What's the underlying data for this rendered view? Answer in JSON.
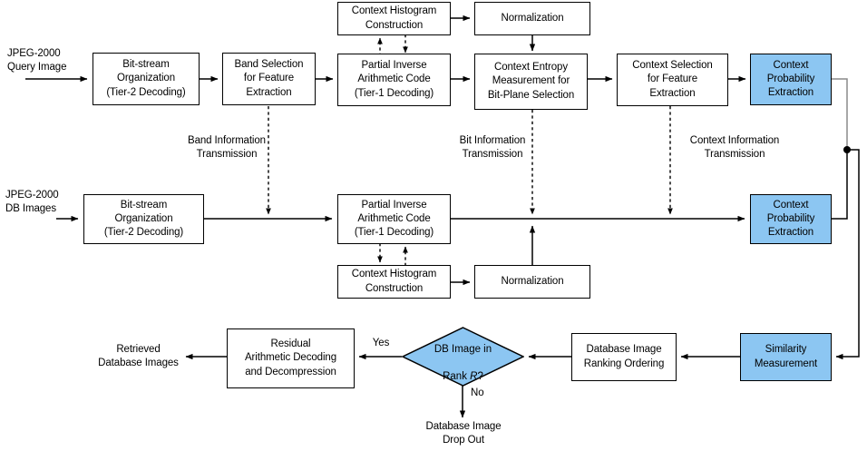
{
  "diagram": {
    "title": "JPEG-2000 compressed-domain image retrieval flowchart",
    "accent_blue": "#8CC6F2",
    "line_color": "#000000"
  },
  "inputs": {
    "query_image_label": "JPEG-2000\nQuery Image",
    "db_images_label": "JPEG-2000\nDB Images",
    "retrieved_label": "Retrieved\nDatabase Images",
    "drop_out_label": "Database Image\nDrop Out"
  },
  "row1": {
    "bitstream": "Bit-stream\nOrganization\n(Tier-2 Decoding)",
    "band_selection": "Band Selection\nfor Feature\nExtraction",
    "partial_inverse": "Partial Inverse\nArithmetic Code\n(Tier-1 Decoding)",
    "context_entropy": "Context Entropy\nMeasurement for\nBit-Plane Selection",
    "context_selection": "Context Selection\nfor Feature\nExtraction",
    "context_probability": "Context\nProbability\nExtraction",
    "histogram": "Context Histogram\nConstruction",
    "normalization": "Normalization"
  },
  "row2": {
    "bitstream": "Bit-stream\nOrganization\n(Tier-2 Decoding)",
    "partial_inverse": "Partial Inverse\nArithmetic Code\n(Tier-1 Decoding)",
    "context_probability": "Context\nProbability\nExtraction",
    "histogram": "Context Histogram\nConstruction",
    "normalization": "Normalization"
  },
  "transmissions": {
    "band": "Band Information\nTransmission",
    "bit": "Bit Information\nTransmission",
    "context": "Context Information\nTransmission"
  },
  "row3": {
    "residual": "Residual\nArithmetic Decoding\nand Decompression",
    "decision_line1": "DB Image in",
    "decision_line2_prefix": "Rank ",
    "decision_line2_var": "R",
    "decision_line2_suffix": "?",
    "ranking": "Database Image\nRanking Ordering",
    "similarity": "Similarity\nMeasurement",
    "yes_label": "Yes",
    "no_label": "No"
  }
}
